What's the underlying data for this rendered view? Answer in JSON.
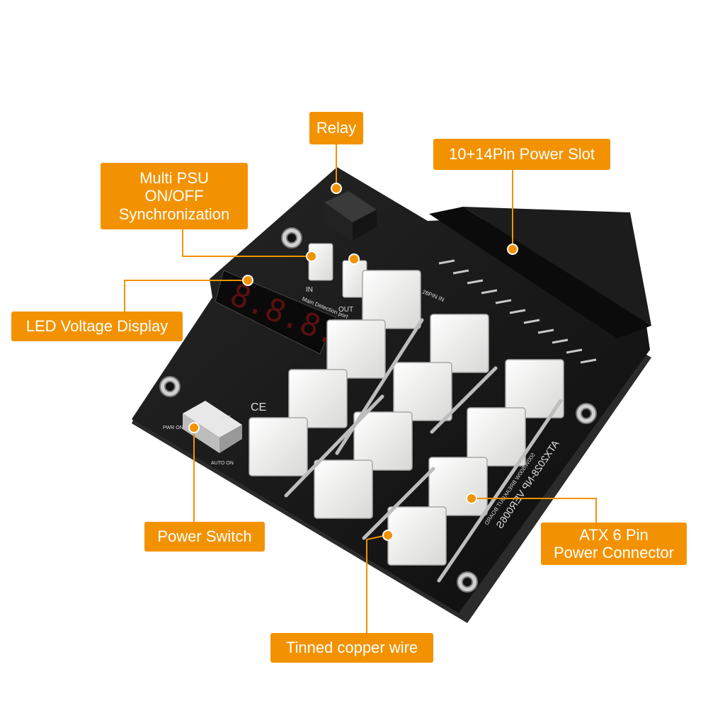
{
  "callouts": {
    "relay": "Relay",
    "power_slot": "10+14Pin Power Slot",
    "psu_sync": "Multi PSU\nON/OFF\nSynchronization",
    "led_display": "LED Voltage Display",
    "power_switch": "Power Switch",
    "atx6": "ATX 6 Pin\nPower Connector",
    "copper_wire": "Tinned copper wire"
  },
  "board_text": {
    "model": "ATX2028-NP VER006S",
    "subtitle": "500W/800W BREAKOUT BOARD",
    "in_label": "IN",
    "out_label": "OUT",
    "main_detection": "Main Detection port",
    "pin28": "28PIN IN",
    "pwr_on": "PWR ON",
    "auto_on": "AUTO ON",
    "off": "OFF",
    "display_digits": "8.8.8.8",
    "ce": "CE"
  },
  "colors": {
    "callout": "#F39200",
    "board": "#141414",
    "connector": "#F4F4F2",
    "display_red": "#5a1010"
  }
}
